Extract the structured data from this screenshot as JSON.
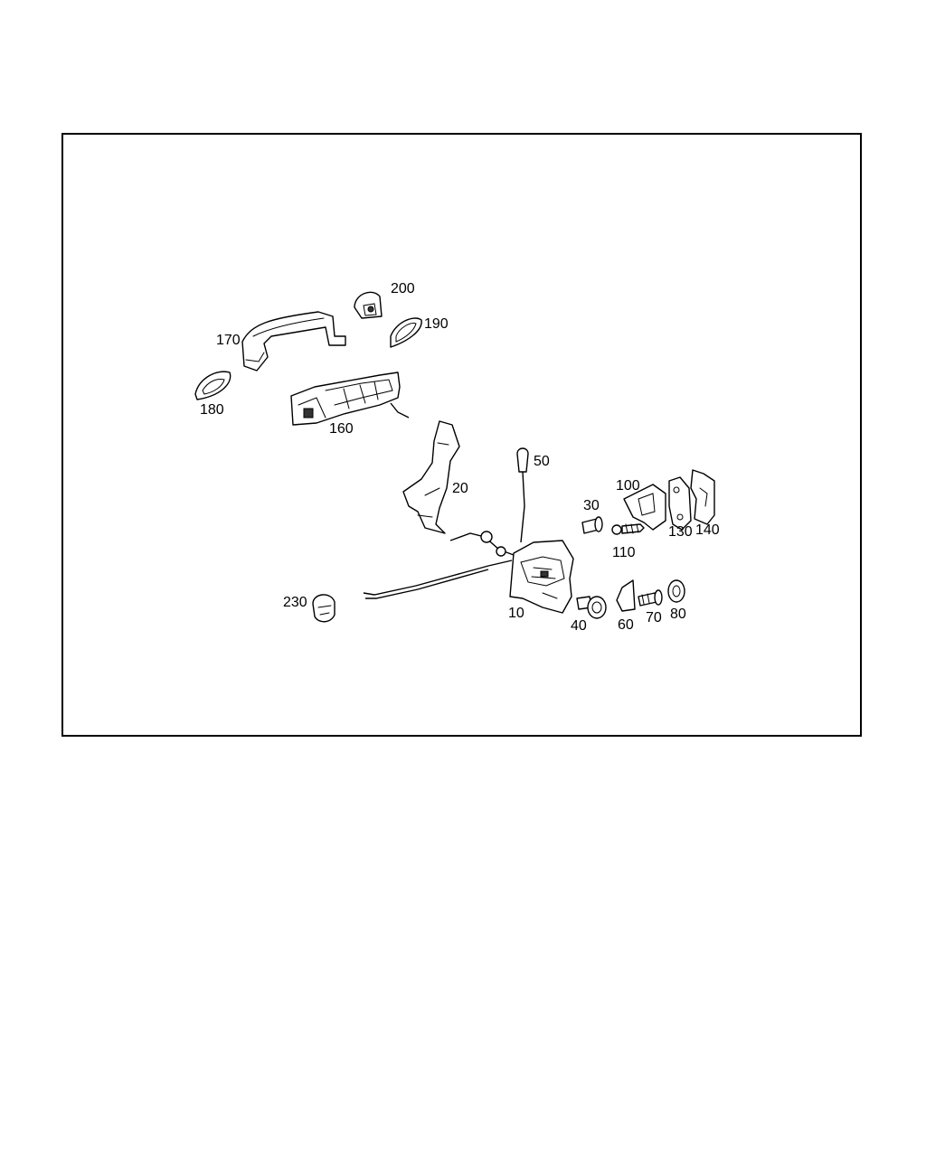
{
  "diagram": {
    "callouts": {
      "c200": "200",
      "c190": "190",
      "c170": "170",
      "c180": "180",
      "c160": "160",
      "c20": "20",
      "c50": "50",
      "c30": "30",
      "c100": "100",
      "c110": "110",
      "c130": "130",
      "c140": "140",
      "c230": "230",
      "c10": "10",
      "c40": "40",
      "c60": "60",
      "c70": "70",
      "c80": "80"
    }
  }
}
